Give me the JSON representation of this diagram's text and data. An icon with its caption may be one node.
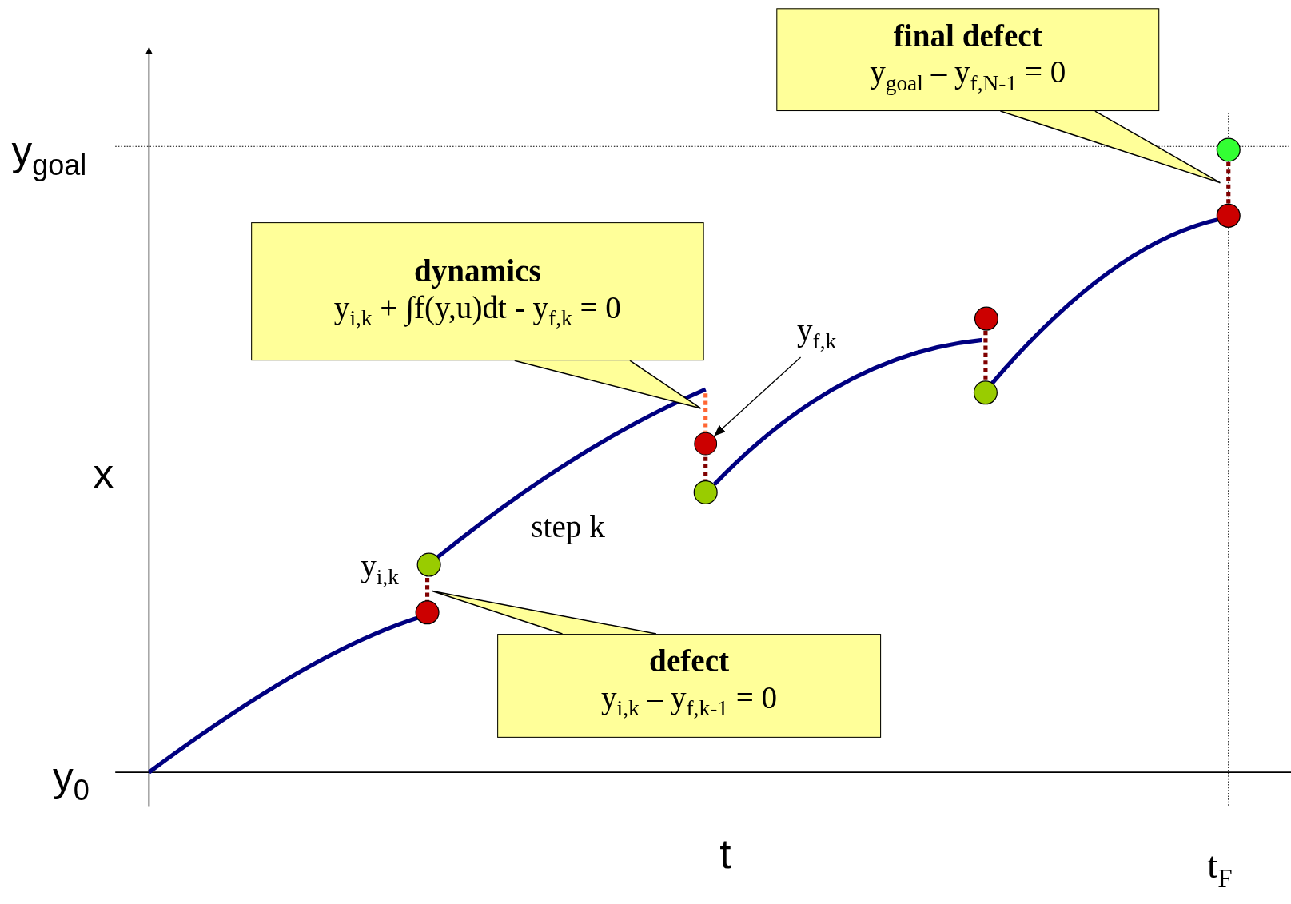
{
  "diagram": {
    "nodes": [
      {
        "text": [
          "final defect",
          "y$_{goal}$ – y$_{f,N-1}$ = 0"
        ]
      },
      {
        "text": [
          "dynamics",
          "y$_{i,k}$ + ∫f(y,u)dt - y$_{f,k}$ = 0"
        ]
      },
      {
        "text": [
          "y$_{f,k}$"
        ]
      },
      {
        "text": [],
        "shape": "circle"
      },
      {
        "text": [
          "defect",
          "y$_{i,k}$ – y$_{f,k-1}$ = 0"
        ]
      }
    ],
    "edges": [
      {
        "from": 2,
        "to": 3,
        "arrow": "to"
      }
    ],
    "labels": [
      "y$_{goal}$",
      "x",
      "step k",
      "y$_{i,k}$",
      "y$_{0}$",
      "t",
      "t$_{F}$"
    ]
  }
}
